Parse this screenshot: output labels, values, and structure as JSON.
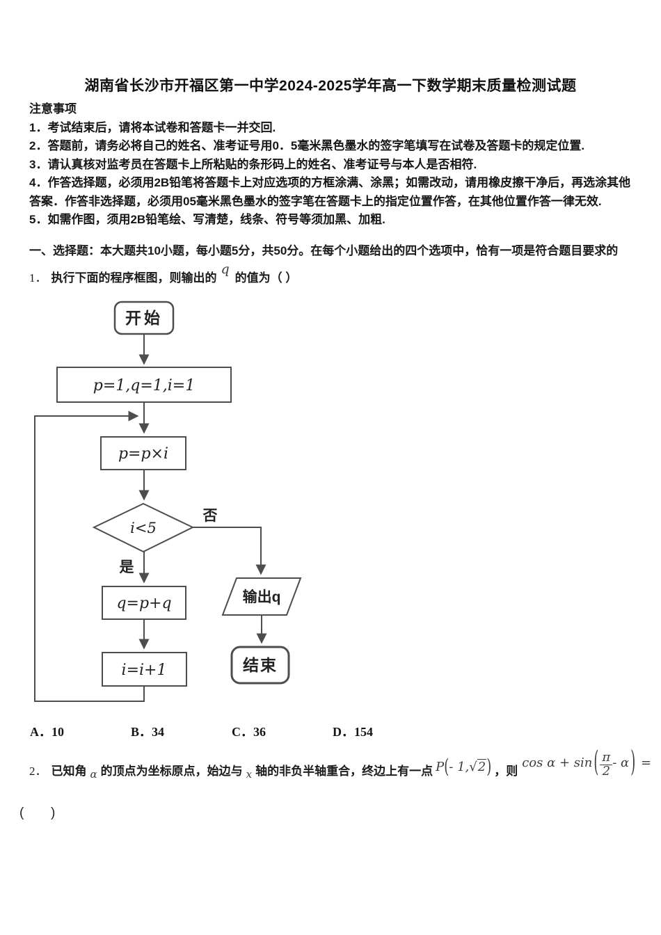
{
  "page": {
    "title": "湖南省长沙市开福区第一中学2024-2025学年高一下数学期末质量检测试题"
  },
  "notice": {
    "heading": "注意事项",
    "items": [
      "1．考试结束后，请将本试卷和答题卡一并交回.",
      "2．答题前，请务必将自己的姓名、准考证号用0．5毫米黑色墨水的签字笔填写在试卷及答题卡的规定位置.",
      "3．请认真核对监考员在答题卡上所粘贴的条形码上的姓名、准考证号与本人是否相符.",
      "4．作答选择题，必须用2B铅笔将答题卡上对应选项的方框涂满、涂黑；如需改动，请用橡皮擦干净后，再选涂其他答案．作答非选择题，必须用05毫米黑色墨水的签字笔在答题卡上的指定位置作答，在其他位置作答一律无效.",
      "5．如需作图，须用2B铅笔绘、写清楚，线条、符号等须加黑、加粗."
    ]
  },
  "section1": {
    "header": "一、选择题：本大题共10小题，每小题5分，共50分。在每个小题给出的四个选项中，恰有一项是符合题目要求的"
  },
  "q1": {
    "number": "1．",
    "prefix": "执行下面的程序框图，则输出的",
    "sup_var": "q",
    "suffix": "的值为（ ）",
    "options": [
      "A．10",
      "B．34",
      "C．36",
      "D．154"
    ]
  },
  "flowchart": {
    "start": "开始",
    "init": "p=1,q=1,i=1",
    "multiply": "p=p×i",
    "condition": "i<5",
    "no_label": "否",
    "yes_label": "是",
    "add": "q=p+q",
    "increment": "i=i+1",
    "output": "输出q",
    "end": "结束",
    "stroke_color": "#4d4d4d"
  },
  "q2": {
    "number": "2．",
    "t1": "已知角",
    "alpha": "α",
    "t2": "的顶点为坐标原点，始边与",
    "x_var": "x",
    "t3": "轴的非负半轴重合，终边上有一点",
    "point_p": "P",
    "point_open": "(",
    "point_val": "- 1,",
    "sqrt_sign": "√",
    "sqrt_val": "2",
    "point_close": ")",
    "t4": "，则",
    "f_prefix": "cos α + sin",
    "f_open": "(",
    "f_num": "π",
    "f_den": "2",
    "f_mid": "- α",
    "f_close": ")",
    "f_eq": " =",
    "answer_bracket": "(      )"
  }
}
